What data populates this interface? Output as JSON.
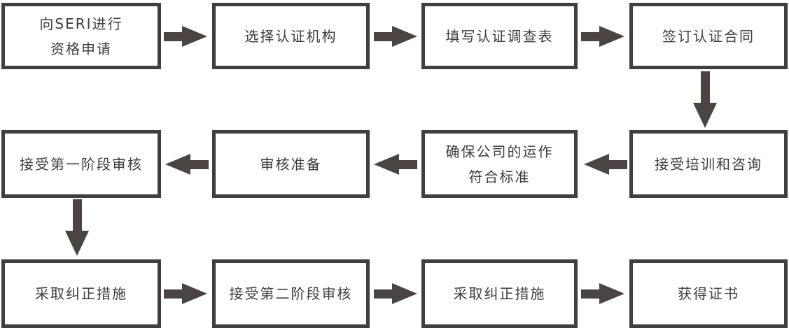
{
  "colors": {
    "bg": "#ffffff",
    "border": "#3f3f3f",
    "arrow": "#4a4542",
    "text": "#3d3d3d"
  },
  "diagram": {
    "type": "flowchart",
    "nodes": [
      {
        "id": 1,
        "label": "向SERI进行资格申请",
        "lines": [
          "向SERI进行",
          "资格申请"
        ]
      },
      {
        "id": 2,
        "label": "选择认证机构",
        "lines": [
          "选择认证机构"
        ]
      },
      {
        "id": 3,
        "label": "填写认证调查表",
        "lines": [
          "填写认证调查表"
        ]
      },
      {
        "id": 4,
        "label": "签订认证合同",
        "lines": [
          "签订认证合同"
        ]
      },
      {
        "id": 5,
        "label": "接受培训和咨询",
        "lines": [
          "接受培训和咨询"
        ]
      },
      {
        "id": 6,
        "label": "确保公司的运作符合标准",
        "lines": [
          "确保公司的运作",
          "符合标准"
        ]
      },
      {
        "id": 7,
        "label": "审核准备",
        "lines": [
          "审核准备"
        ]
      },
      {
        "id": 8,
        "label": "接受第一阶段审核",
        "lines": [
          "接受第一阶段审核"
        ]
      },
      {
        "id": 9,
        "label": "采取纠正措施",
        "lines": [
          "采取纠正措施"
        ]
      },
      {
        "id": 10,
        "label": "接受第二阶段审核",
        "lines": [
          "接受第二阶段审核"
        ]
      },
      {
        "id": 11,
        "label": "采取纠正措施",
        "lines": [
          "采取纠正措施"
        ]
      },
      {
        "id": 12,
        "label": "获得证书",
        "lines": [
          "获得证书"
        ]
      }
    ],
    "edges": [
      {
        "from": 1,
        "to": 2,
        "direction": "right"
      },
      {
        "from": 2,
        "to": 3,
        "direction": "right"
      },
      {
        "from": 3,
        "to": 4,
        "direction": "right"
      },
      {
        "from": 4,
        "to": 5,
        "direction": "down"
      },
      {
        "from": 5,
        "to": 6,
        "direction": "left"
      },
      {
        "from": 6,
        "to": 7,
        "direction": "left"
      },
      {
        "from": 7,
        "to": 8,
        "direction": "left"
      },
      {
        "from": 8,
        "to": 9,
        "direction": "down"
      },
      {
        "from": 9,
        "to": 10,
        "direction": "right"
      },
      {
        "from": 10,
        "to": 11,
        "direction": "right"
      },
      {
        "from": 11,
        "to": 12,
        "direction": "right"
      }
    ]
  }
}
